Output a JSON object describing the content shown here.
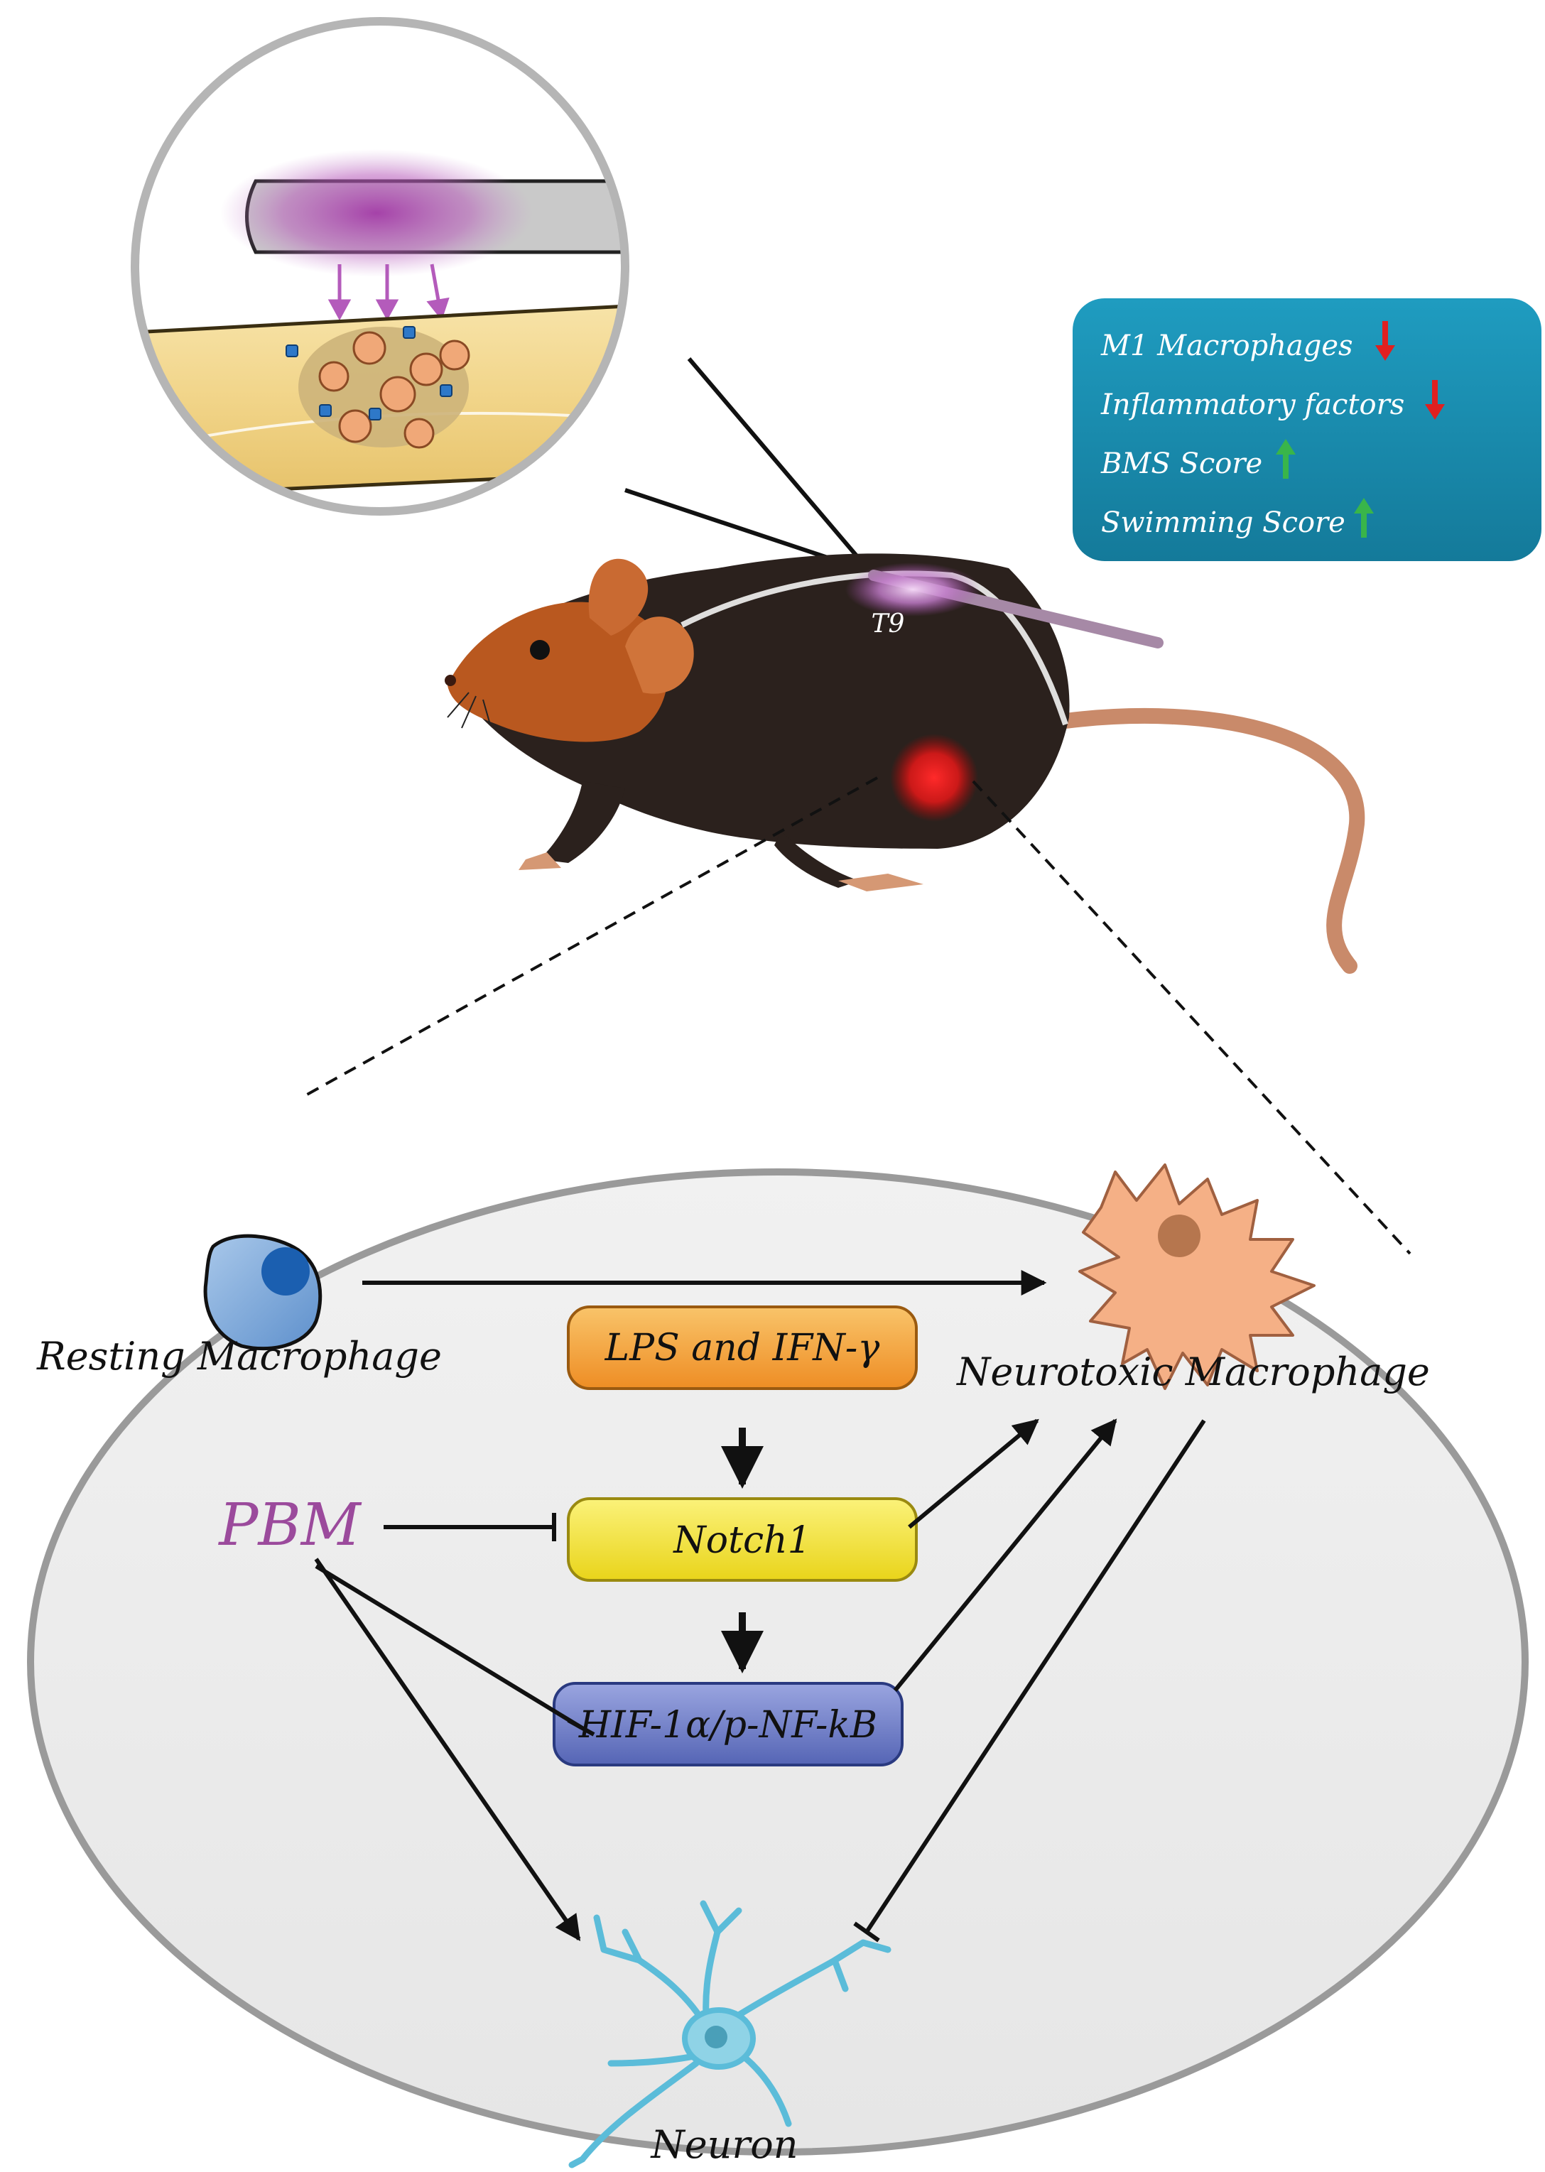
{
  "summary_box": {
    "items": [
      {
        "label": "M1   Macrophages",
        "trend": "down"
      },
      {
        "label": "Inflammatory factors",
        "trend": "down"
      },
      {
        "label": "BMS Score",
        "trend": "up"
      },
      {
        "label": "Swimming Score",
        "trend": "up"
      }
    ],
    "bg_color": "#1a8fb0",
    "down_color": "#e02020",
    "up_color": "#39b54a"
  },
  "mouse": {
    "site_label": "T9"
  },
  "pathway": {
    "resting_label": "Resting Macrophage",
    "neurotoxic_label": "Neurotoxic Macrophage",
    "pbm_label": "PBM",
    "stimulus_label": "LPS and IFN-γ",
    "notch_label": "Notch1",
    "hif_label": "HIF-1α/p-NF-kB",
    "neuron_label": "Neuron",
    "pbm_color": "#9b4a9c",
    "stimulus_color": "#f3a13c",
    "notch_color": "#f2e23a",
    "hif_color": "#6f7fc8"
  }
}
